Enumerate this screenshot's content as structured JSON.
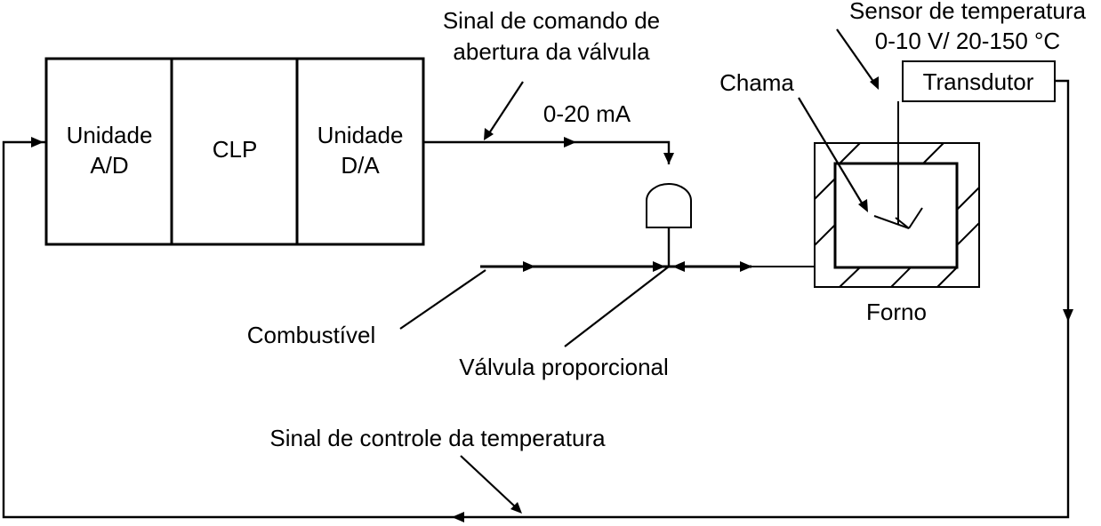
{
  "blocks": {
    "ad": {
      "line1": "Unidade",
      "line2": "A/D"
    },
    "clp": {
      "label": "CLP"
    },
    "da": {
      "line1": "Unidade",
      "line2": "D/A"
    },
    "transdutor": {
      "label": "Transdutor"
    }
  },
  "labels": {
    "command_signal_line1": "Sinal de comando de",
    "command_signal_line2": "abertura da válvula",
    "current_range": "0-20 mA",
    "sensor_line1": "Sensor de temperatura",
    "sensor_line2": "0-10 V/ 20-150 °C",
    "flame": "Chama",
    "furnace": "Forno",
    "fuel": "Combustível",
    "valve": "Válvula proporcional",
    "control_signal": "Sinal de controle da temperatura"
  }
}
